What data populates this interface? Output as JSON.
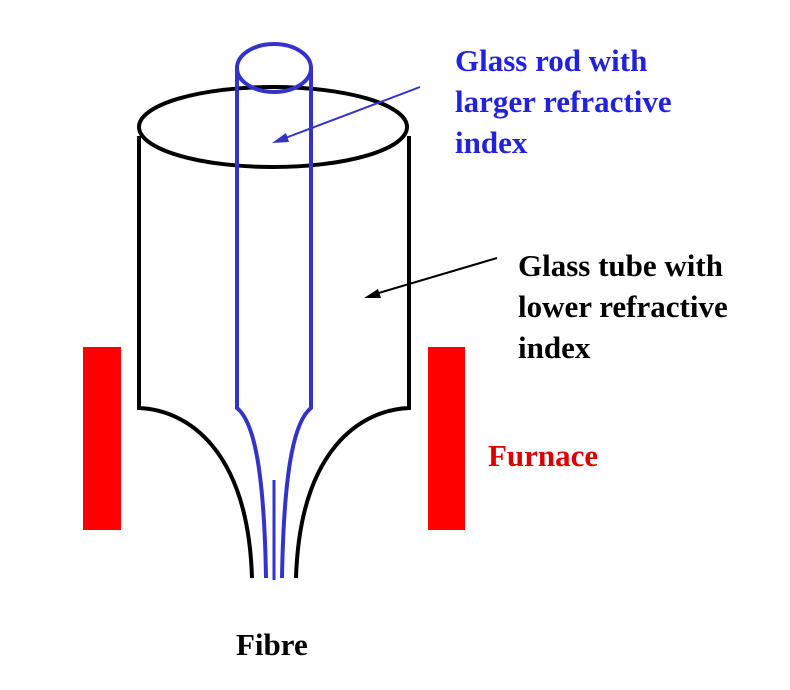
{
  "labels": {
    "rod": [
      "Glass rod with",
      "larger refractive",
      "index"
    ],
    "tube": [
      "Glass tube with",
      "lower refractive",
      "index"
    ],
    "furnace": "Furnace",
    "fibre": "Fibre"
  },
  "colors": {
    "rod": "#3333cc",
    "rod_label": "#2222dd",
    "tube": "#000000",
    "furnace": "#ff0000",
    "furnace_label": "#dd0000",
    "fibre_label": "#000000",
    "background": "#ffffff"
  }
}
